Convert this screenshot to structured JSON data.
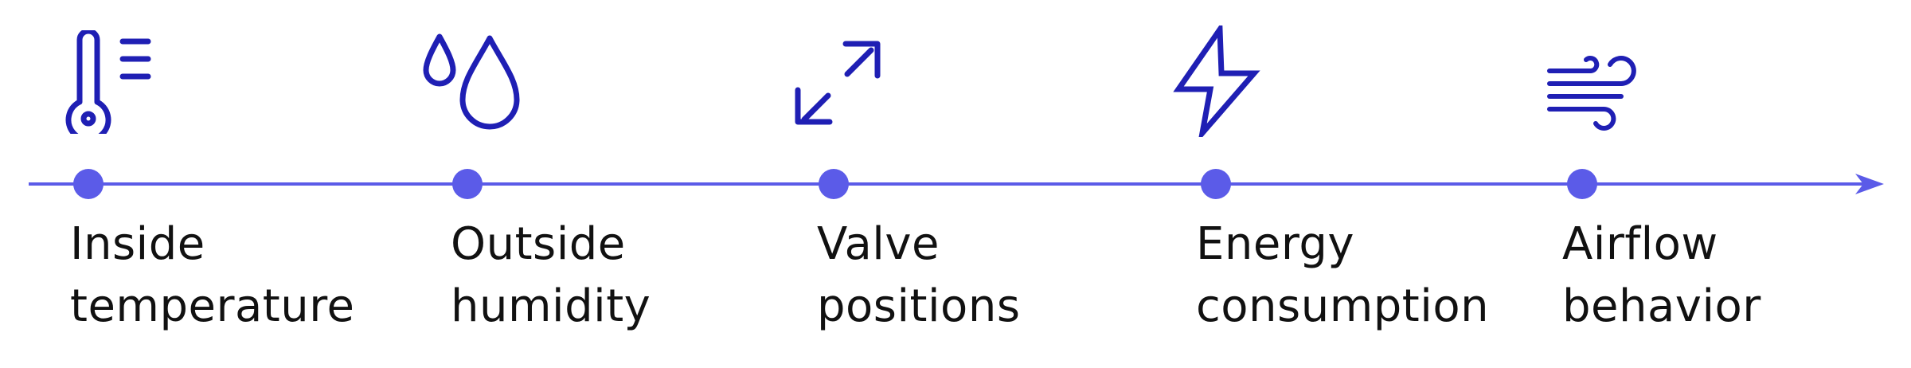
{
  "colors": {
    "icon": "#1f1fb4",
    "axis": "#5b5be8",
    "text": "#111111"
  },
  "steps": [
    {
      "icon": "thermometer-icon",
      "line1": "Inside",
      "line2": "temperature"
    },
    {
      "icon": "droplets-icon",
      "line1": "Outside",
      "line2": "humidity"
    },
    {
      "icon": "expand-arrows-icon",
      "line1": "Valve",
      "line2": "positions"
    },
    {
      "icon": "lightning-icon",
      "line1": "Energy",
      "line2": "consumption"
    },
    {
      "icon": "wind-icon",
      "line1": "Airflow",
      "line2": "behavior"
    }
  ]
}
